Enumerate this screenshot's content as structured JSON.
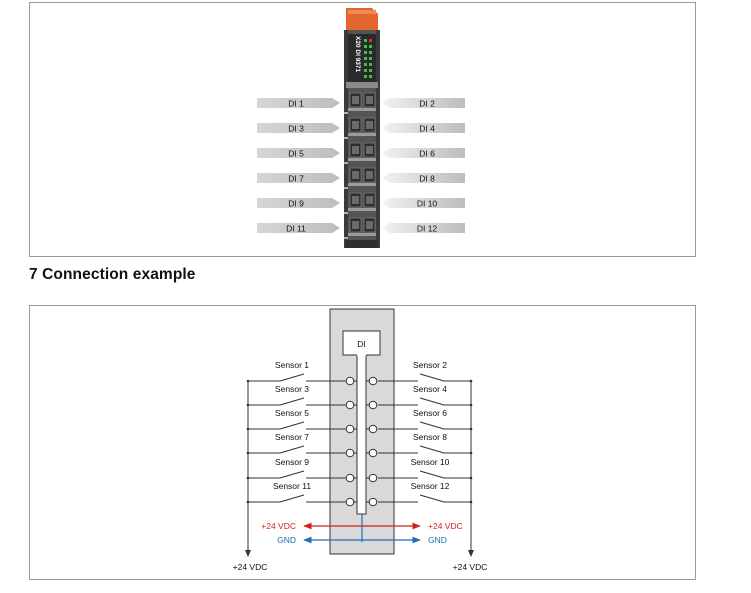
{
  "module": {
    "model_text": "X20 DI 9371",
    "channel_labels_left": [
      "DI 1",
      "DI 3",
      "DI 5",
      "DI 7",
      "DI 9",
      "DI 11"
    ],
    "channel_labels_right": [
      "DI 2",
      "DI 4",
      "DI 6",
      "DI 8",
      "DI 10",
      "DI 12"
    ],
    "colors": {
      "housing": "#545454",
      "housing_dark": "#3a3a3a",
      "top_cap": "#e2662d",
      "led_green": "#3cc04a",
      "led_red": "#e03030",
      "label_bar": "#c8c8c8"
    }
  },
  "section": {
    "heading": "7 Connection example"
  },
  "diagram": {
    "module_label": "DI",
    "sensors_left": [
      "Sensor 1",
      "Sensor 3",
      "Sensor 5",
      "Sensor 7",
      "Sensor 9",
      "Sensor 11"
    ],
    "sensors_right": [
      "Sensor 2",
      "Sensor 4",
      "Sensor 6",
      "Sensor 8",
      "Sensor 10",
      "Sensor 12"
    ],
    "supply_left": "+24 VDC",
    "supply_right": "+24 VDC",
    "gnd_left": "GND",
    "gnd_right": "GND",
    "bottom_supply_left": "+24 VDC",
    "bottom_supply_right": "+24 VDC",
    "colors": {
      "supply_line": "#d22020",
      "gnd_line": "#1f6fb8",
      "module_box": "#d9d9d9"
    }
  }
}
